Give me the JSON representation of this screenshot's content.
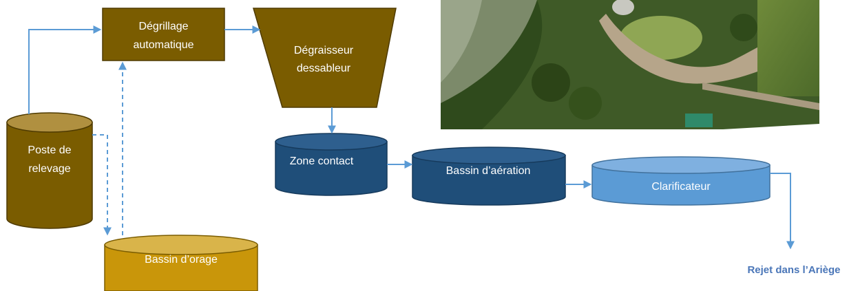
{
  "nodes": {
    "degrillage": {
      "line1": "Dégrillage",
      "line2": "automatique"
    },
    "degraisseur": {
      "line1": "Dégraisseur",
      "line2": "dessableur"
    },
    "poste": {
      "line1": "Poste de",
      "line2": "relevage"
    },
    "orage": {
      "label": "Bassin d’orage"
    },
    "contact": {
      "label": "Zone contact"
    },
    "aeration": {
      "label": "Bassin d’aération"
    },
    "clarificateur": {
      "label": "Clarificateur"
    }
  },
  "outlet": {
    "label": "Rejet dans l’Ariège"
  },
  "photo": {
    "alt": "aerial view of treatment plant"
  },
  "colors": {
    "brown": "#7a5c00",
    "brown_dark": "#4e3a00",
    "gold": "#c9960a",
    "navy": "#1f4e79",
    "navy_top": "#2e5f8e",
    "light_blue": "#5b9bd5",
    "light_blue_top": "#7fb0e0",
    "arrow": "#5b9bd5",
    "outlet_text": "#4a76b8"
  }
}
